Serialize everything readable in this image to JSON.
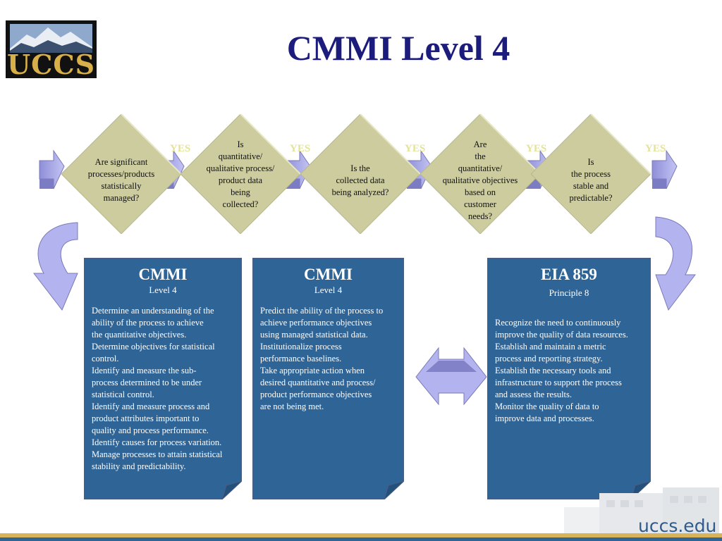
{
  "header": {
    "title": "CMMI Level 4",
    "logo_text": "UCCS"
  },
  "flow": {
    "questions": [
      "Are significant\nprocesses/products\nstatistically\nmanaged?",
      "Is\nquantitative/\nqualitative process/\nproduct data\nbeing\ncollected?",
      "Is the\ncollected data\nbeing analyzed?",
      "Are\nthe\nquantitative/\nqualitative objectives\nbased on\ncustomer\nneeds?",
      "Is\nthe process\nstable and\npredictable?"
    ],
    "yes_label": "YES"
  },
  "cards": [
    {
      "title": "CMMI",
      "subtitle": "Level 4",
      "body": "Determine an understanding of the\n ability of the process to achieve\n the quantitative objectives.\nDetermine objectives for statistical\n control.\nIdentify and measure the sub-\n process determined to be under\n statistical control.\nIdentify and measure process and\n product attributes important to\n quality and process performance.\nIdentify causes for process variation.\nManage processes to attain statistical\n stability and predictability."
    },
    {
      "title": "CMMI",
      "subtitle": "Level 4",
      "body": "Predict the ability of the process to\n achieve performance objectives\n using managed statistical data.\nInstitutionalize process\n performance baselines.\nTake appropriate action when\n desired quantitative and process/\n product performance objectives\n are not being met."
    },
    {
      "title": "EIA 859",
      "subtitle": "Principle 8",
      "body": "Recognize the need to continuously\n improve the quality of data resources.\nEstablish and maintain a metric\n process and reporting strategy.\nEstablish the necessary tools and\n infrastructure to support the process\n and assess the results.\nMonitor the quality of data to\n improve data and processes."
    }
  ],
  "footer": {
    "url": "uccs.edu"
  },
  "colors": {
    "title": "#1c1c7c",
    "diamond_fill": "#cccc9f",
    "card_fill": "#2f6496",
    "arrow_fill": "#b3b3ef"
  }
}
